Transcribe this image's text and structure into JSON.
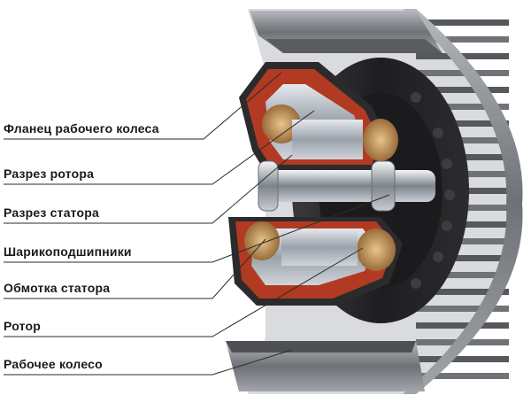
{
  "labels": [
    "Фланец рабочего колеса",
    "Разрез ротора",
    "Разрез статора",
    "Шарикоподшипники",
    "Обмотка статора",
    "Ротор",
    "Рабочее колесо"
  ],
  "colors": {
    "casing_dark": "#2a2a2c",
    "housing_red": "#b23a22",
    "winding_copper": "#c99a55",
    "steel": "#b8bec6",
    "impeller_grey": "#8a8c90",
    "leader_line": "#2b2b2b"
  },
  "icons": [
    "motor-cross-section-illustration"
  ]
}
